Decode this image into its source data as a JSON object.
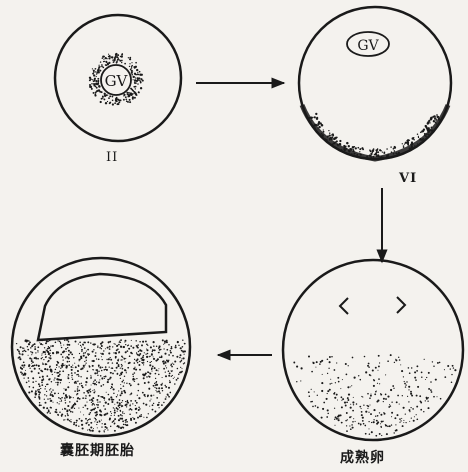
{
  "diagram": {
    "stage_ii": {
      "nucleus_label": "GV",
      "stage_label": "II"
    },
    "stage_vi": {
      "nucleus_label": "GV",
      "stage_label": "VI"
    },
    "mature_egg": {
      "label": "成熟卵"
    },
    "blastula": {
      "label": "囊胚期胚胎"
    }
  },
  "colors": {
    "ink": "#1a1a1a",
    "paper": "#f4f2ee"
  }
}
